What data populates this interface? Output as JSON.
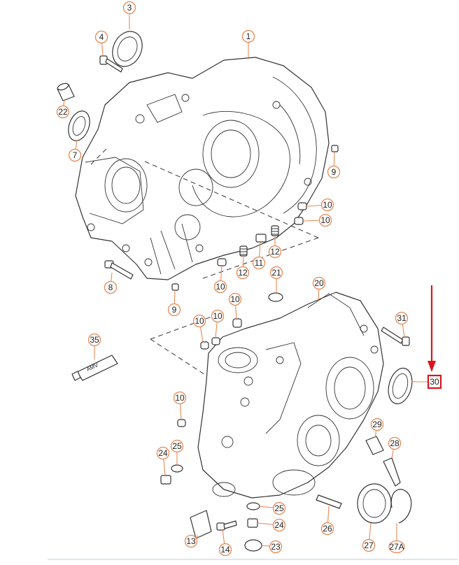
{
  "callouts": {
    "c1": "1",
    "c3": "3",
    "c4": "4",
    "c7": "7",
    "c8": "8",
    "c9a": "9",
    "c9b": "9",
    "c10a": "10",
    "c10b": "10",
    "c10c": "10",
    "c10d": "10",
    "c10e": "10",
    "c10f": "10",
    "c10g": "10",
    "c11": "11",
    "c12a": "12",
    "c12b": "12",
    "c13": "13",
    "c14": "14",
    "c20": "20",
    "c21": "21",
    "c22": "22",
    "c23": "23",
    "c24a": "24",
    "c24b": "24",
    "c25a": "25",
    "c25b": "25",
    "c26": "26",
    "c27": "27",
    "c27a": "27A",
    "c28": "28",
    "c29": "29",
    "c30": "30",
    "c31": "31",
    "c35": "35"
  },
  "tube_label": "AMV",
  "highlight": {
    "callout": "30",
    "color": "#d8141c"
  },
  "colors": {
    "callout_ring": "#e58a55",
    "line": "#333333",
    "arrow": "#d8141c"
  }
}
